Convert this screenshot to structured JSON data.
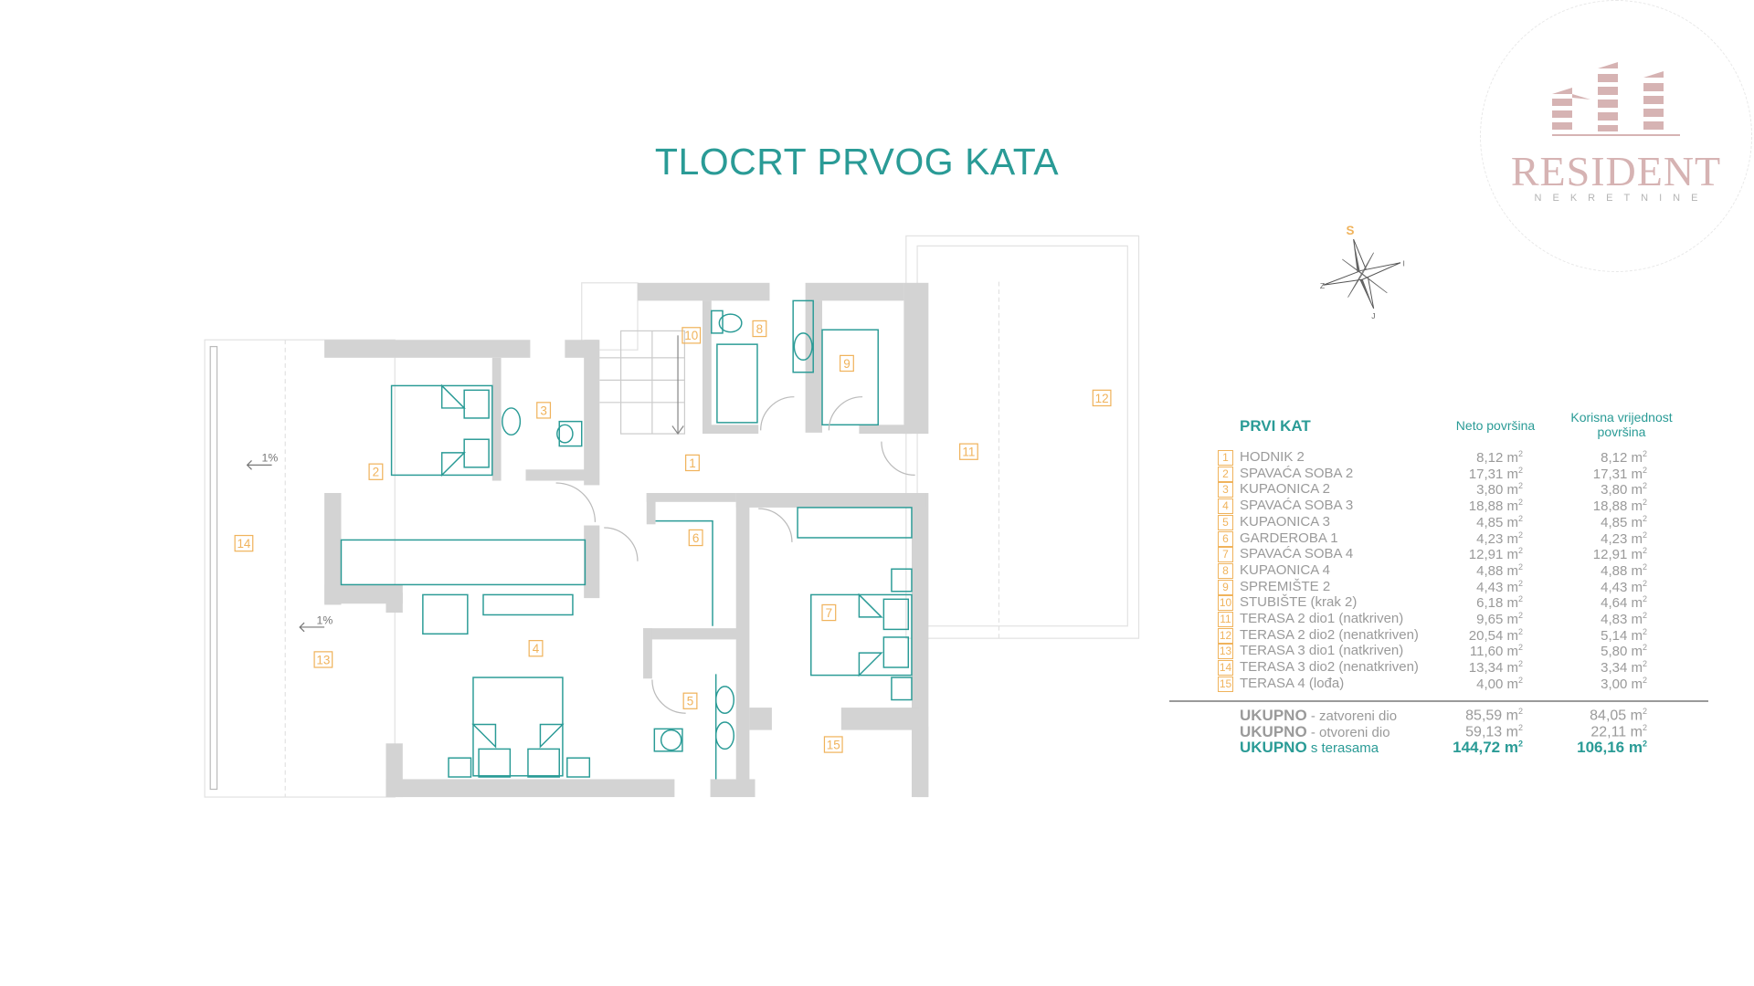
{
  "title": "TLOCRT PRVOG KATA",
  "logo": {
    "brand": "RESIDENT",
    "tagline": "NEKRETNINE"
  },
  "compass": {
    "north_label": "S",
    "east_label": "I",
    "west_label": "Z",
    "south_label": "J"
  },
  "plan": {
    "slope_labels": [
      "1%",
      "1%"
    ],
    "room_numbers": [
      "1",
      "2",
      "3",
      "4",
      "5",
      "6",
      "7",
      "8",
      "9",
      "10",
      "11",
      "12",
      "13",
      "14",
      "15"
    ]
  },
  "colors": {
    "accent": "#2a9b96",
    "room_marker": "#f0b35c",
    "wall": "#d3d3d3",
    "logo": "#d6b3b3"
  },
  "table": {
    "section": "PRVI KAT",
    "col_net": "Neto površina",
    "col_useful_1": "Korisna vrijednost",
    "col_useful_2": "površina",
    "unit": "m",
    "rows": [
      {
        "n": "1",
        "name": "HODNIK 2",
        "net": "8,12",
        "use": "8,12"
      },
      {
        "n": "2",
        "name": "SPAVAĆA SOBA 2",
        "net": "17,31",
        "use": "17,31"
      },
      {
        "n": "3",
        "name": "KUPAONICA 2",
        "net": "3,80",
        "use": "3,80"
      },
      {
        "n": "4",
        "name": "SPAVAĆA SOBA 3",
        "net": "18,88",
        "use": "18,88"
      },
      {
        "n": "5",
        "name": "KUPAONICA 3",
        "net": "4,85",
        "use": "4,85"
      },
      {
        "n": "6",
        "name": "GARDEROBA 1",
        "net": "4,23",
        "use": "4,23"
      },
      {
        "n": "7",
        "name": "SPAVAĆA SOBA 4",
        "net": "12,91",
        "use": "12,91"
      },
      {
        "n": "8",
        "name": "KUPAONICA 4",
        "net": "4,88",
        "use": "4,88"
      },
      {
        "n": "9",
        "name": "SPREMIŠTE 2",
        "net": "4,43",
        "use": "4,43"
      },
      {
        "n": "10",
        "name": "STUBIŠTE  (krak 2)",
        "net": "6,18",
        "use": "4,64"
      },
      {
        "n": "11",
        "name": "TERASA 2 dio1 (natkriven)",
        "net": "9,65",
        "use": "4,83"
      },
      {
        "n": "12",
        "name": "TERASA 2 dio2 (nenatkriven)",
        "net": "20,54",
        "use": "5,14"
      },
      {
        "n": "13",
        "name": "TERASA 3 dio1 (natkriven)",
        "net": "11,60",
        "use": "5,80"
      },
      {
        "n": "14",
        "name": "TERASA 3 dio2 (nenatkriven)",
        "net": "13,34",
        "use": "3,34"
      },
      {
        "n": "15",
        "name": "TERASA 4 (lođa)",
        "net": "4,00",
        "use": "3,00"
      }
    ],
    "totals": [
      {
        "label": "UKUPNO",
        "desc": " - zatvoreni dio",
        "net": "85,59",
        "use": "84,05"
      },
      {
        "label": "UKUPNO",
        "desc": " - otvoreni dio",
        "net": "59,13",
        "use": "22,11"
      },
      {
        "label": "UKUPNO",
        "desc": " s terasama",
        "net": "144,72",
        "use": "106,16"
      }
    ]
  }
}
